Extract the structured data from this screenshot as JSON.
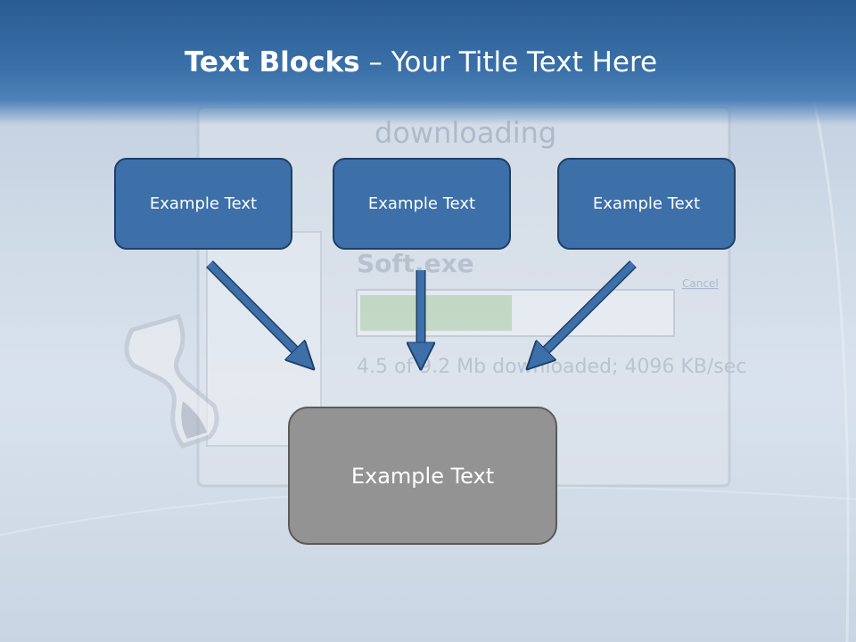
{
  "title": {
    "bold": "Text Blocks",
    "dash": " – ",
    "rest": "Your Title Text Here"
  },
  "boxes": {
    "top_left": "Example Text",
    "top_middle": "Example Text",
    "top_right": "Example Text",
    "center": "Example Text"
  },
  "background_art": {
    "heading": "downloading",
    "filename": "Soft.exe",
    "cancel": "Cancel",
    "progress_text": "4.5 of 9.2 Mb downloaded; 4096 KB/sec"
  },
  "colors": {
    "box_blue": "#3d6fa9",
    "box_border": "#1f3f66",
    "center_gray": "#939393",
    "arrow_blue": "#3d6fa9",
    "header_blue": "#2a5c93"
  }
}
